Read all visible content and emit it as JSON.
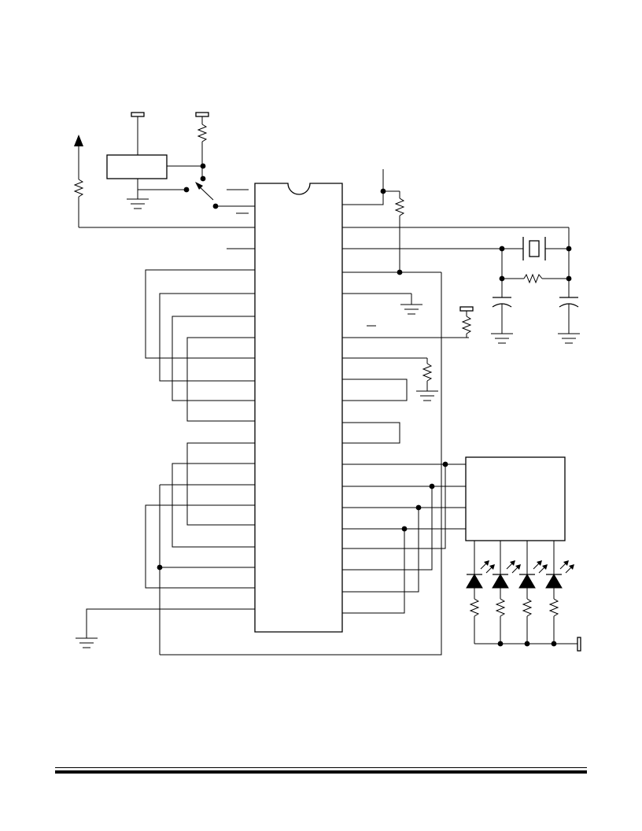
{
  "page": {
    "background": "#ffffff",
    "ink": "#000000"
  },
  "diagram": {
    "kind": "schematic",
    "components": [
      {
        "name": "microcontroller-dip28",
        "icon": "ic-package-icon"
      },
      {
        "name": "reset-module",
        "icon": "box-icon"
      },
      {
        "name": "reset-switch",
        "icon": "switch-icon"
      },
      {
        "name": "crystal",
        "icon": "crystal-icon"
      },
      {
        "name": "led-driver",
        "icon": "box-icon"
      },
      {
        "name": "leds",
        "icon": "led-icon",
        "count": 4
      },
      {
        "name": "resistors",
        "icon": "resistor-icon"
      },
      {
        "name": "capacitors",
        "icon": "capacitor-icon",
        "count": 2
      },
      {
        "name": "grounds",
        "icon": "ground-icon"
      },
      {
        "name": "supply",
        "icon": "arrow-up-icon"
      }
    ]
  }
}
